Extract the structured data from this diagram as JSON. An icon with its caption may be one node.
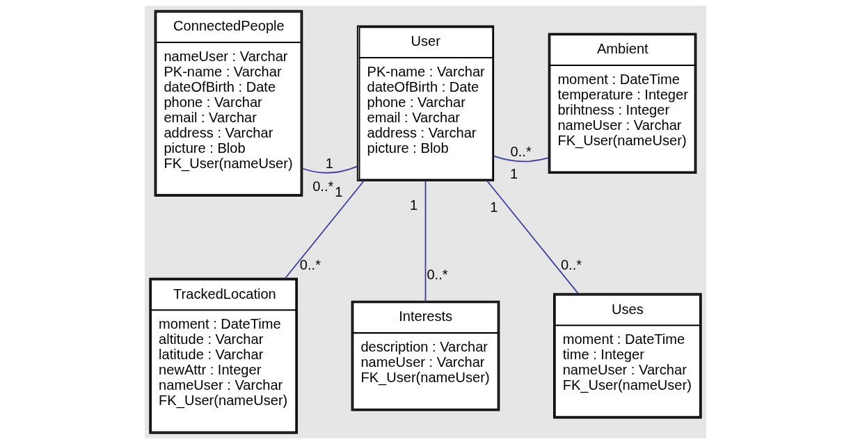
{
  "diagram": {
    "nodes": [
      {
        "text": [
          "ConnectedPeople",
          "nameUser : Varchar",
          "PK-name : Varchar",
          "dateOfBirth : Date",
          "phone : Varchar",
          "email : Varchar",
          "address : Varchar",
          "picture : Blob",
          "FK_User(nameUser)"
        ]
      },
      {
        "text": [
          "User",
          "PK-name : Varchar",
          "dateOfBirth : Date",
          "phone : Varchar",
          "email : Varchar",
          "address : Varchar",
          "picture : Blob"
        ]
      },
      {
        "text": [
          "Ambient",
          "moment : DateTime",
          "temperature : Integer",
          "brihtness : Integer",
          "nameUser : Varchar",
          "FK_User(nameUser)"
        ]
      },
      {
        "text": [
          "TrackedLocation",
          "moment : DateTime",
          "altitude : Varchar",
          "latitude : Varchar",
          "newAttr : Integer",
          "nameUser : Varchar",
          "FK_User(nameUser)"
        ]
      },
      {
        "text": [
          "Interests",
          "description : Varchar",
          "nameUser : Varchar",
          "FK_User(nameUser)"
        ]
      },
      {
        "text": [
          "Uses",
          "moment : DateTime",
          "time : Integer",
          "nameUser : Varchar",
          "FK_User(nameUser)"
        ]
      }
    ],
    "edges": [
      {
        "from": 1,
        "to": 0,
        "arrow": "none"
      },
      {
        "from": 1,
        "to": 2,
        "arrow": "none"
      },
      {
        "from": 1,
        "to": 3,
        "arrow": "none"
      },
      {
        "from": 1,
        "to": 4,
        "arrow": "none"
      },
      {
        "from": 1,
        "to": 5,
        "arrow": "none"
      }
    ],
    "labels": [
      "1",
      "0..*",
      "1",
      "0..*",
      "1",
      "0..*",
      "1",
      "0..*",
      "1",
      "0..*"
    ]
  }
}
